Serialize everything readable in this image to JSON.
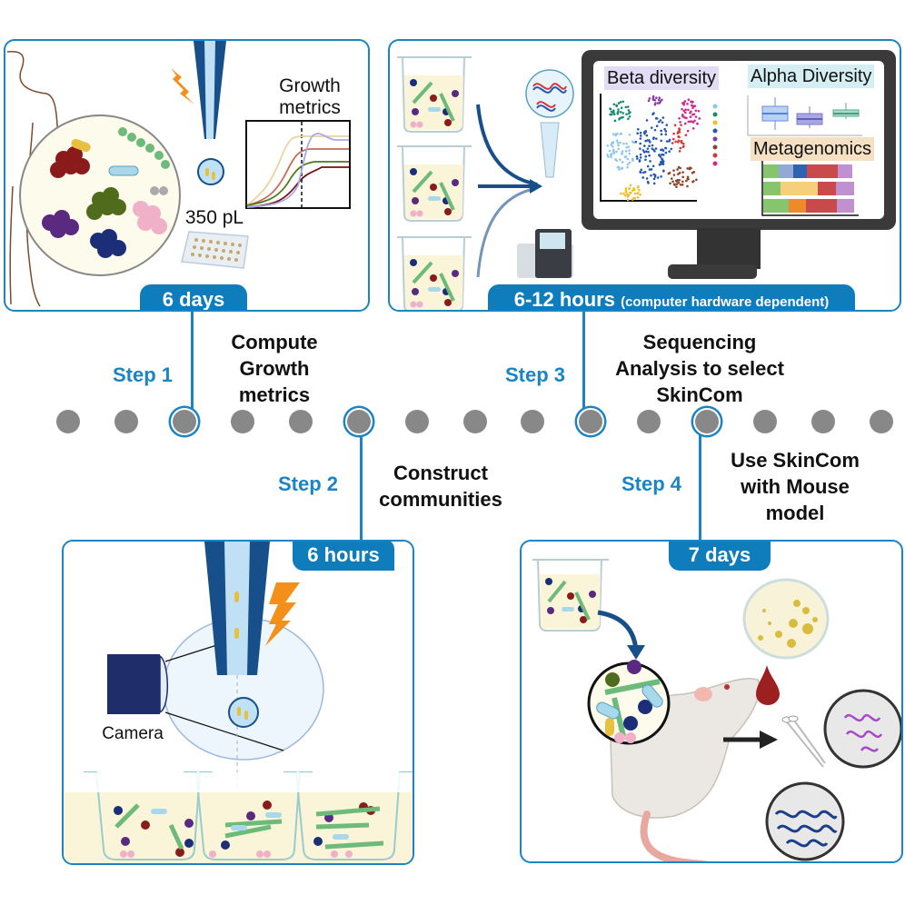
{
  "colors": {
    "accent": "#1a85c2",
    "badge": "#0f7dbb",
    "timeline_dot": "#888888",
    "needle": "#174f8a",
    "lightning": "#f39019"
  },
  "steps": [
    {
      "label": "Step 1",
      "description": [
        "Compute",
        "Growth",
        "metrics"
      ],
      "duration": "6 days"
    },
    {
      "label": "Step 2",
      "description": [
        "Construct",
        "communities"
      ],
      "duration": "6 hours"
    },
    {
      "label": "Step 3",
      "description": [
        "Sequencing",
        "Analysis to select",
        "SkinCom"
      ],
      "duration": "6-12 hours",
      "duration_note": "(computer hardware dependent)"
    },
    {
      "label": "Step 4",
      "description": [
        "Use SkinCom",
        "with Mouse",
        "model"
      ],
      "duration": "7 days"
    }
  ],
  "timeline": {
    "dot_count": 15,
    "selected_dots": [
      2,
      5,
      9,
      11
    ]
  },
  "panel1": {
    "chart_title": [
      "Growth",
      "metrics"
    ],
    "droplet_volume": "350 pL",
    "curve_colors": [
      "#e8d4a0",
      "#c96a55",
      "#4f7a1c",
      "#6d1414",
      "#aaa8e8"
    ]
  },
  "panel2": {
    "camera_label": "Camera"
  },
  "panel3": {
    "beta_title": "Beta diversity",
    "alpha_title": "Alpha Diversity",
    "meta_title": "Metagenomics",
    "cluster_colors": [
      "#8cc6f0",
      "#1a8a74",
      "#f0c020",
      "#2458b0",
      "#8a3aa8",
      "#8a4426",
      "#d03a3a",
      "#d02a90"
    ],
    "meta_bars": [
      [
        {
          "c": "#86c46e",
          "v": 0.17
        },
        {
          "c": "#94a8d8",
          "v": 0.16
        },
        {
          "c": "#2f62b0",
          "v": 0.15
        },
        {
          "c": "#c94a4a",
          "v": 0.34
        },
        {
          "c": "#c090d0",
          "v": 0.16
        }
      ],
      [
        {
          "c": "#86c46e",
          "v": 0.19
        },
        {
          "c": "#f5cf7a",
          "v": 0.41
        },
        {
          "c": "#c94a4a",
          "v": 0.2
        },
        {
          "c": "#c090d0",
          "v": 0.2
        }
      ],
      [
        {
          "c": "#86c46e",
          "v": 0.28
        },
        {
          "c": "#ee8a2a",
          "v": 0.19
        },
        {
          "c": "#c94a4a",
          "v": 0.34
        },
        {
          "c": "#c090d0",
          "v": 0.19
        }
      ]
    ]
  }
}
